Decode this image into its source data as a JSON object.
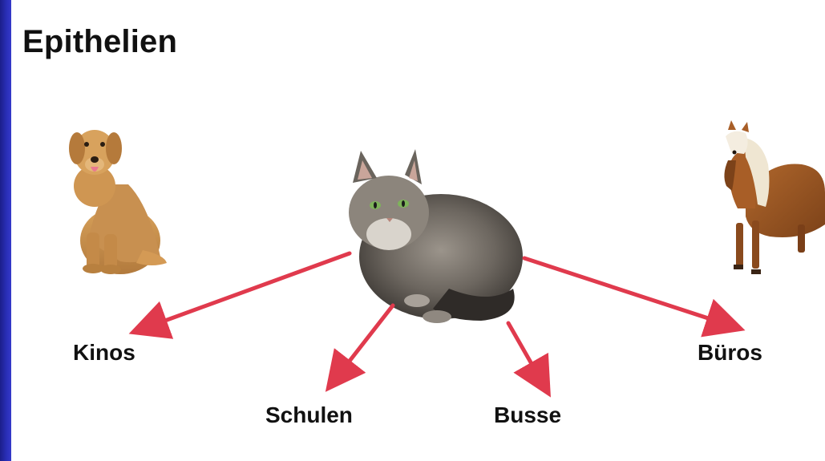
{
  "title": "Epithelien",
  "accent_color": "#e03a4d",
  "animals": [
    {
      "name": "dog",
      "icon": "dog-icon"
    },
    {
      "name": "cat",
      "icon": "cat-icon"
    },
    {
      "name": "horse",
      "icon": "horse-icon"
    }
  ],
  "targets": [
    {
      "label": "Kinos"
    },
    {
      "label": "Schulen"
    },
    {
      "label": "Busse"
    },
    {
      "label": "Büros"
    }
  ]
}
